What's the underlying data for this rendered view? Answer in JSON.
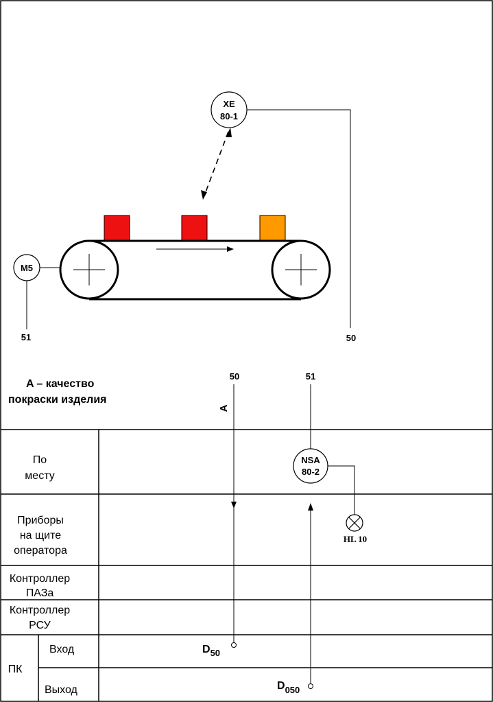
{
  "instruments": {
    "xe": {
      "line1": "XE",
      "line2": "80-1"
    },
    "motor": {
      "label": "M5"
    },
    "nsa": {
      "line1": "NSA",
      "line2": "80-2"
    },
    "lamp": {
      "label": "HL 10"
    }
  },
  "line_numbers": {
    "motor_line": "51",
    "xe_line": "50",
    "col_50": "50",
    "col_51": "51"
  },
  "parameter": {
    "line1": "A – качество",
    "line2": "покраски изделия",
    "symbol": "A"
  },
  "rows": {
    "local": [
      "По",
      "месту"
    ],
    "panel": [
      "Приборы",
      "на щите",
      "оператора"
    ],
    "esd": [
      "Контроллер",
      "ПАЗа"
    ],
    "dcs": [
      "Контроллер",
      "РСУ"
    ],
    "pc": "ПК",
    "input": "Вход",
    "output": "Выход"
  },
  "signals": {
    "d50": {
      "main": "D",
      "sub": "50"
    },
    "d050": {
      "main": "D",
      "sub": "050"
    }
  },
  "colors": {
    "item_red": "#ee1111",
    "item_orange": "#ff9900",
    "line": "#000000"
  }
}
